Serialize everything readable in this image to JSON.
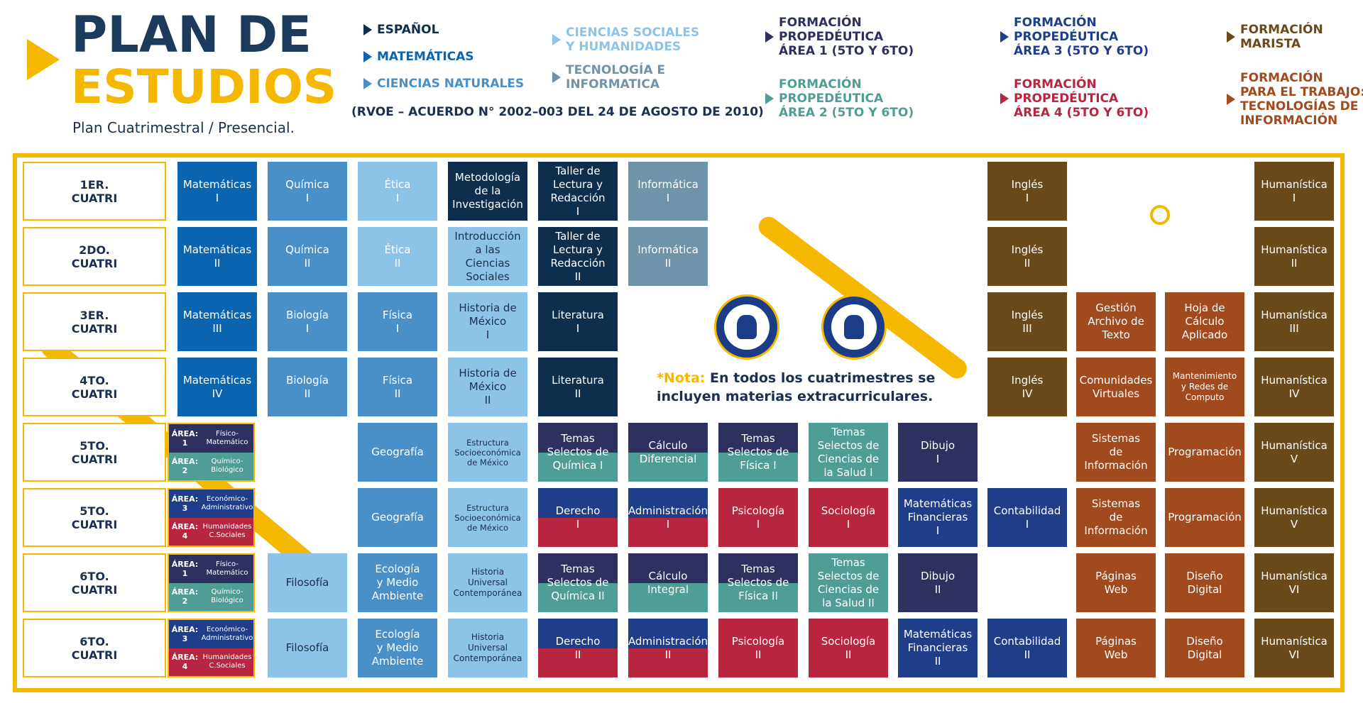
{
  "header": {
    "title_line1": "PLAN DE",
    "title_line2": "ESTUDIOS",
    "subtitle": "Plan Cuatrimestral / Presencial.",
    "rvoe": "(RVOE – ACUERDO N° 2002–003 DEL 24 DE AGOSTO DE 2010)"
  },
  "legend": {
    "espanol": "ESPAÑOL",
    "matematicas": "MATEMÁTICAS",
    "ciencias_naturales": "CIENCIAS NATURALES",
    "sociales": [
      "CIENCIAS SOCIALES",
      "Y HUMANIDADES"
    ],
    "tecnologia": [
      "TECNOLOGÍA E",
      "INFORMATICA"
    ],
    "area1": [
      "FORMACIÓN",
      "PROPEDÉUTICA",
      "ÁREA 1 (5TO Y 6TO)"
    ],
    "area2": [
      "FORMACIÓN",
      "PROPEDÉUTICA",
      "ÁREA 2 (5TO Y 6TO)"
    ],
    "area3": [
      "FORMACIÓN",
      "PROPEDÉUTICA",
      "ÁREA 3 (5TO Y 6TO)"
    ],
    "area4": [
      "FORMACIÓN",
      "PROPEDÉUTICA",
      "ÁREA 4 (5TO Y 6TO)"
    ],
    "marista": [
      "FORMACIÓN",
      "MARISTA"
    ],
    "trabajo": [
      "FORMACIÓN",
      "PARA EL TRABAJO:",
      "TECNOLOGÍAS DE",
      "INFORMACIÓN"
    ]
  },
  "colors": {
    "yellow": "#f5b800",
    "navy": "#1b3a5c",
    "mat_blue": "#0b64b0",
    "med_blue": "#4a90c8",
    "light_blue": "#8cc3e8",
    "dark_navy": "#0e2e4e",
    "slate": "#6f93a8",
    "area1": "#2e3160",
    "area2": "#4f9e95",
    "area3": "#1f3e8a",
    "area4": "#b8253e",
    "marista": "#6b4a1a",
    "trabajo": "#a04a1e"
  },
  "rows": [
    {
      "label": [
        "1ER.",
        "CUATRI"
      ]
    },
    {
      "label": [
        "2DO.",
        "CUATRI"
      ]
    },
    {
      "label": [
        "3ER.",
        "CUATRI"
      ]
    },
    {
      "label": [
        "4TO.",
        "CUATRI"
      ]
    },
    {
      "label": [
        "5TO.",
        "CUATRI"
      ]
    },
    {
      "label": [
        "5TO.",
        "CUATRI"
      ]
    },
    {
      "label": [
        "6TO.",
        "CUATRI"
      ]
    },
    {
      "label": [
        "6TO.",
        "CUATRI"
      ]
    }
  ],
  "areas": {
    "a1": {
      "tag": [
        "ÁREA:",
        "1"
      ],
      "name": [
        "Físico-",
        "Matemático"
      ]
    },
    "a2": {
      "tag": [
        "ÁREA:",
        "2"
      ],
      "name": [
        "Químico-",
        "Biológico"
      ]
    },
    "a3": {
      "tag": [
        "ÁREA:",
        "3"
      ],
      "name": [
        "Económico-",
        "Administrativo"
      ]
    },
    "a4": {
      "tag": [
        "ÁREA:",
        "4"
      ],
      "name": [
        "Humanidades",
        "C.Sociales"
      ]
    }
  },
  "cells": {
    "r0": [
      "Matemáticas\nI",
      "Química\nI",
      "Ética\nI",
      "Metodología\nde la\nInvestigación",
      "Taller de\nLectura y\nRedacción\nI",
      "Informática\nI",
      "Inglés\nI",
      "Humanística\nI"
    ],
    "r1": [
      "Matemáticas\nII",
      "Química\nII",
      "Ética\nII",
      "Introducción\na las\nCiencias\nSociales",
      "Taller de\nLectura y\nRedacción\nII",
      "Informática\nII",
      "Inglés\nII",
      "Humanística\nII"
    ],
    "r2": [
      "Matemáticas\nIII",
      "Biología\nI",
      "Física\nI",
      "Historia de\nMéxico\nI",
      "Literatura\nI",
      "Inglés\nIII",
      "Gestión\nArchivo de\nTexto",
      "Hoja de\nCálculo\nAplicado",
      "Humanística\nIII"
    ],
    "r3": [
      "Matemáticas\nIV",
      "Biología\nII",
      "Física\nII",
      "Historia de\nMéxico\nII",
      "Literatura\nII",
      "Inglés\nIV",
      "Comunidades\nVirtuales",
      "Mantenimiento\ny Redes de\nComputo",
      "Humanística\nIV"
    ],
    "r4": [
      "Geografía",
      "Estructura\nSocioeconómica\nde México",
      "Temas\nSelectos de\nQuímica I",
      "Cálculo\nDiferencial",
      "Temas\nSelectos de\nFísica I",
      "Temas\nSelectos de\nCiencias de\nla Salud I",
      "Dibujo\nI",
      "Sistemas\nde\nInformación",
      "Programación",
      "Humanística\nV"
    ],
    "r5": [
      "Geografía",
      "Estructura\nSocioeconómica\nde México",
      "Derecho\nI",
      "Administración\nI",
      "Psicología\nI",
      "Sociología\nI",
      "Matemáticas\nFinancieras\nI",
      "Contabilidad\nI",
      "Sistemas\nde\nInformación",
      "Programación",
      "Humanística\nV"
    ],
    "r6": [
      "Filosofía",
      "Ecología\ny Medio\nAmbiente",
      "Historia\nUniversal\nContemporánea",
      "Temas\nSelectos de\nQuímica II",
      "Cálculo\nIntegral",
      "Temas\nSelectos de\nFísica II",
      "Temas\nSelectos de\nCiencias de\nla Salud II",
      "Dibujo\nII",
      "Páginas\nWeb",
      "Diseño\nDigital",
      "Humanística\nVI"
    ],
    "r7": [
      "Filosofía",
      "Ecología\ny Medio\nAmbiente",
      "Historia\nUniversal\nContemporánea",
      "Derecho\nII",
      "Administración\nII",
      "Psicología\nII",
      "Sociología\nII",
      "Matemáticas\nFinancieras\nII",
      "Contabilidad\nII",
      "Páginas\nWeb",
      "Diseño\nDigital",
      "Humanística\nVI"
    ]
  },
  "note": {
    "highlight": "*Nota:",
    "text": " En todos los cuatrimestres se incluyen materias extracurriculares."
  }
}
